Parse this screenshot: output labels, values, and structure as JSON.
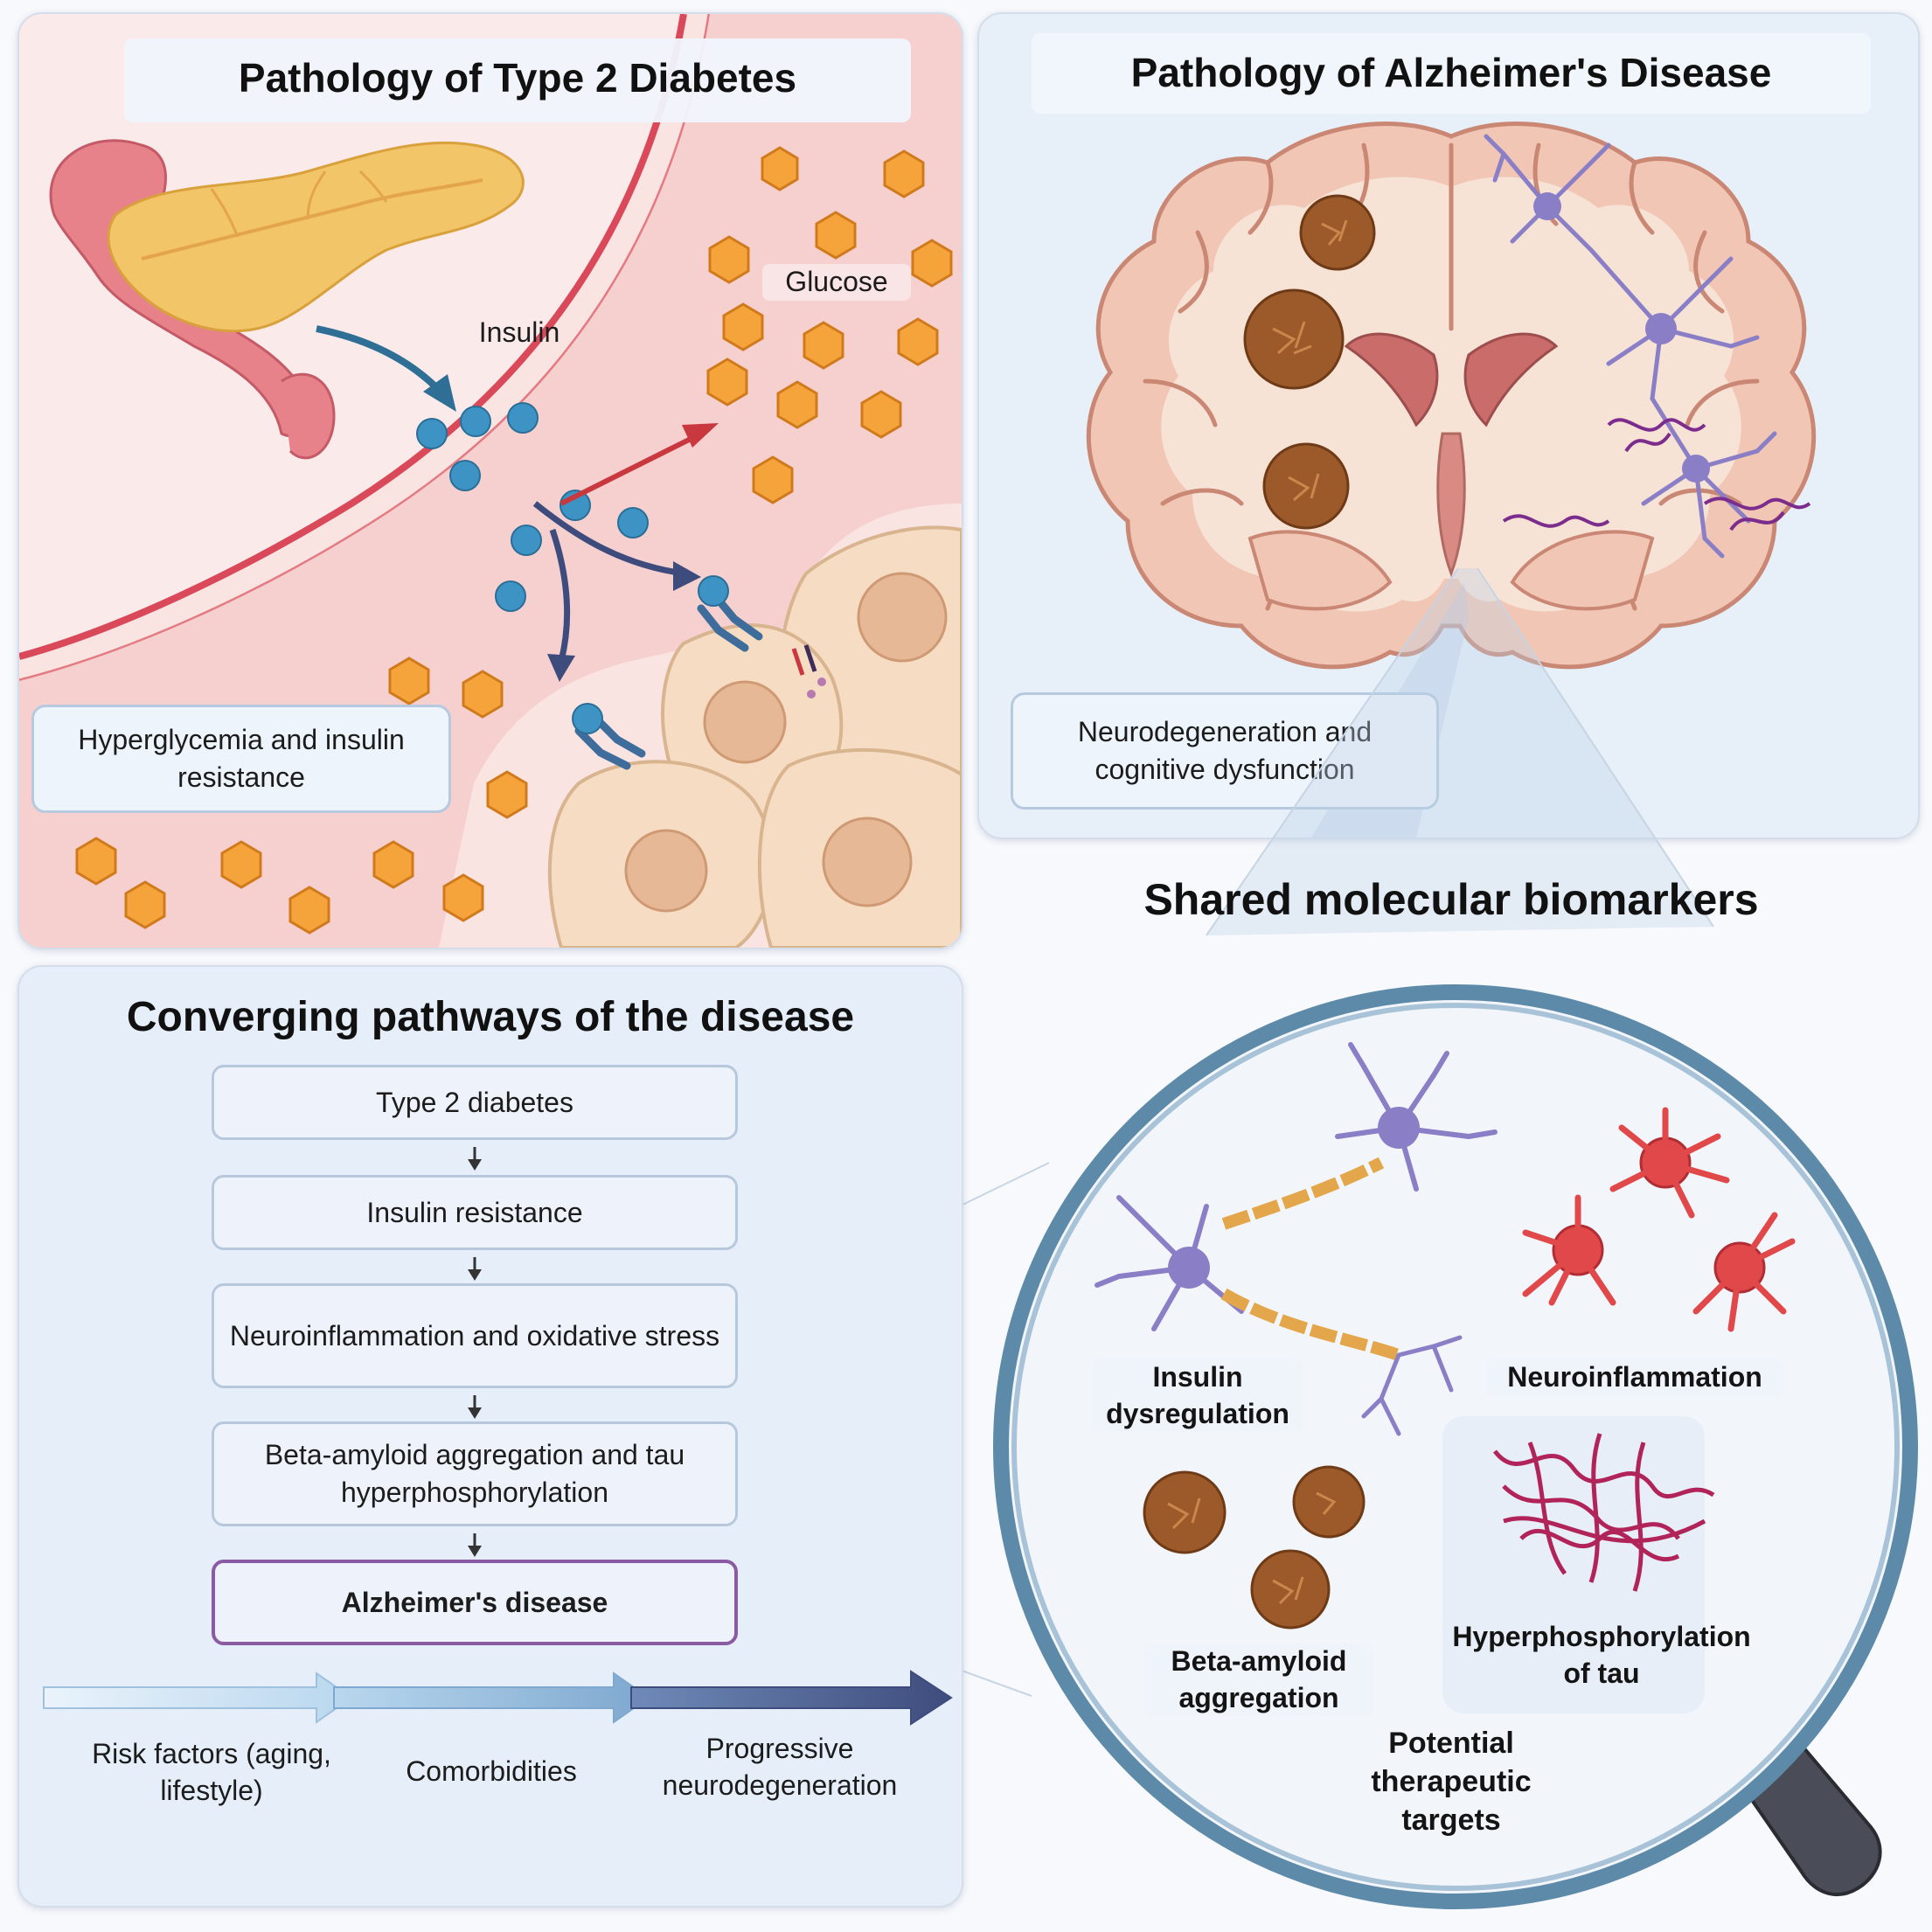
{
  "t2d": {
    "title": "Pathology of Type 2 Diabetes",
    "insulin_label": "Insulin",
    "glucose_label": "Glucose",
    "callout": "Hyperglycemia and insulin resistance"
  },
  "ad": {
    "title": "Pathology of Alzheimer's Disease",
    "callout": "Neurodegeneration and cognitive dysfunction"
  },
  "biomarkers": {
    "title": "Shared molecular biomarkers",
    "insulin_dysregulation": "Insulin dysregulation",
    "neuroinflammation": "Neuroinflammation",
    "beta_amyloid": "Beta-amyloid aggregation",
    "tau": "Hyperphosphorylation of tau",
    "targets": "Potential therapeutic targets"
  },
  "pathways": {
    "title": "Converging pathways of the disease",
    "steps": [
      "Type 2 diabetes",
      "Insulin resistance",
      "Neuroinflammation and oxidative stress",
      "Beta-amyloid aggregation and tau hyperphosphorylation",
      "Alzheimer's disease"
    ],
    "timeline": [
      "Risk factors (aging, lifestyle)",
      "Comorbidities",
      "Progressive neurodegeneration"
    ]
  },
  "colors": {
    "vessel": "#f6c9c9",
    "vessel_wall": "#d9495a",
    "pancreas": "#f3c569",
    "insulin": "#3d94c4",
    "glucose": "#f5a43c",
    "cell": "#f6dcc3",
    "brain": "#f1c6b4",
    "plaque": "#9c5a2b",
    "neuron": "#8a7fc6",
    "astrocyte": "#e0484a",
    "tau": "#b0245a",
    "arrow_dark": "#3e4c7d"
  },
  "icons": [
    "pancreas-icon",
    "insulin-molecule-icon",
    "glucose-hexagon-icon",
    "insulin-receptor-icon",
    "brain-icon",
    "amyloid-plaque-icon",
    "neuron-icon",
    "astrocyte-icon",
    "tau-tangle-icon",
    "magnifier-icon"
  ]
}
